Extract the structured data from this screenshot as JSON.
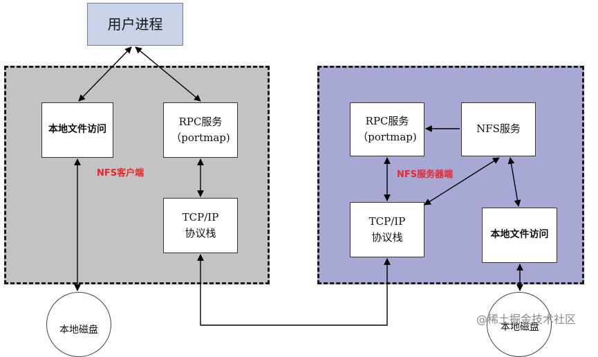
{
  "diagram": {
    "user_process": "用户进程",
    "client": {
      "label": "NFS客户端",
      "local_file_access": "本地文件访问",
      "rpc_service": {
        "line1": "RPC服务",
        "line2": "（portmap)"
      },
      "tcp_stack": {
        "line1": "TCP/IP",
        "line2": "协议栈"
      },
      "local_disk": "本地磁盘"
    },
    "server": {
      "label": "NFS服务器端",
      "rpc_service": {
        "line1": "RPC服务",
        "line2": "（portmap)"
      },
      "nfs_service": "NFS服务",
      "tcp_stack": {
        "line1": "TCP/IP",
        "line2": "协议栈"
      },
      "local_file_access": "本地文件访问",
      "local_disk": "本地磁盘"
    },
    "colors": {
      "client_region": "#c3c3c3",
      "server_region": "#a8a8d4",
      "user_process_fill": "#c9d3ea",
      "label_red": "#e8262a"
    }
  },
  "watermark": "@稀土掘金技术社区"
}
